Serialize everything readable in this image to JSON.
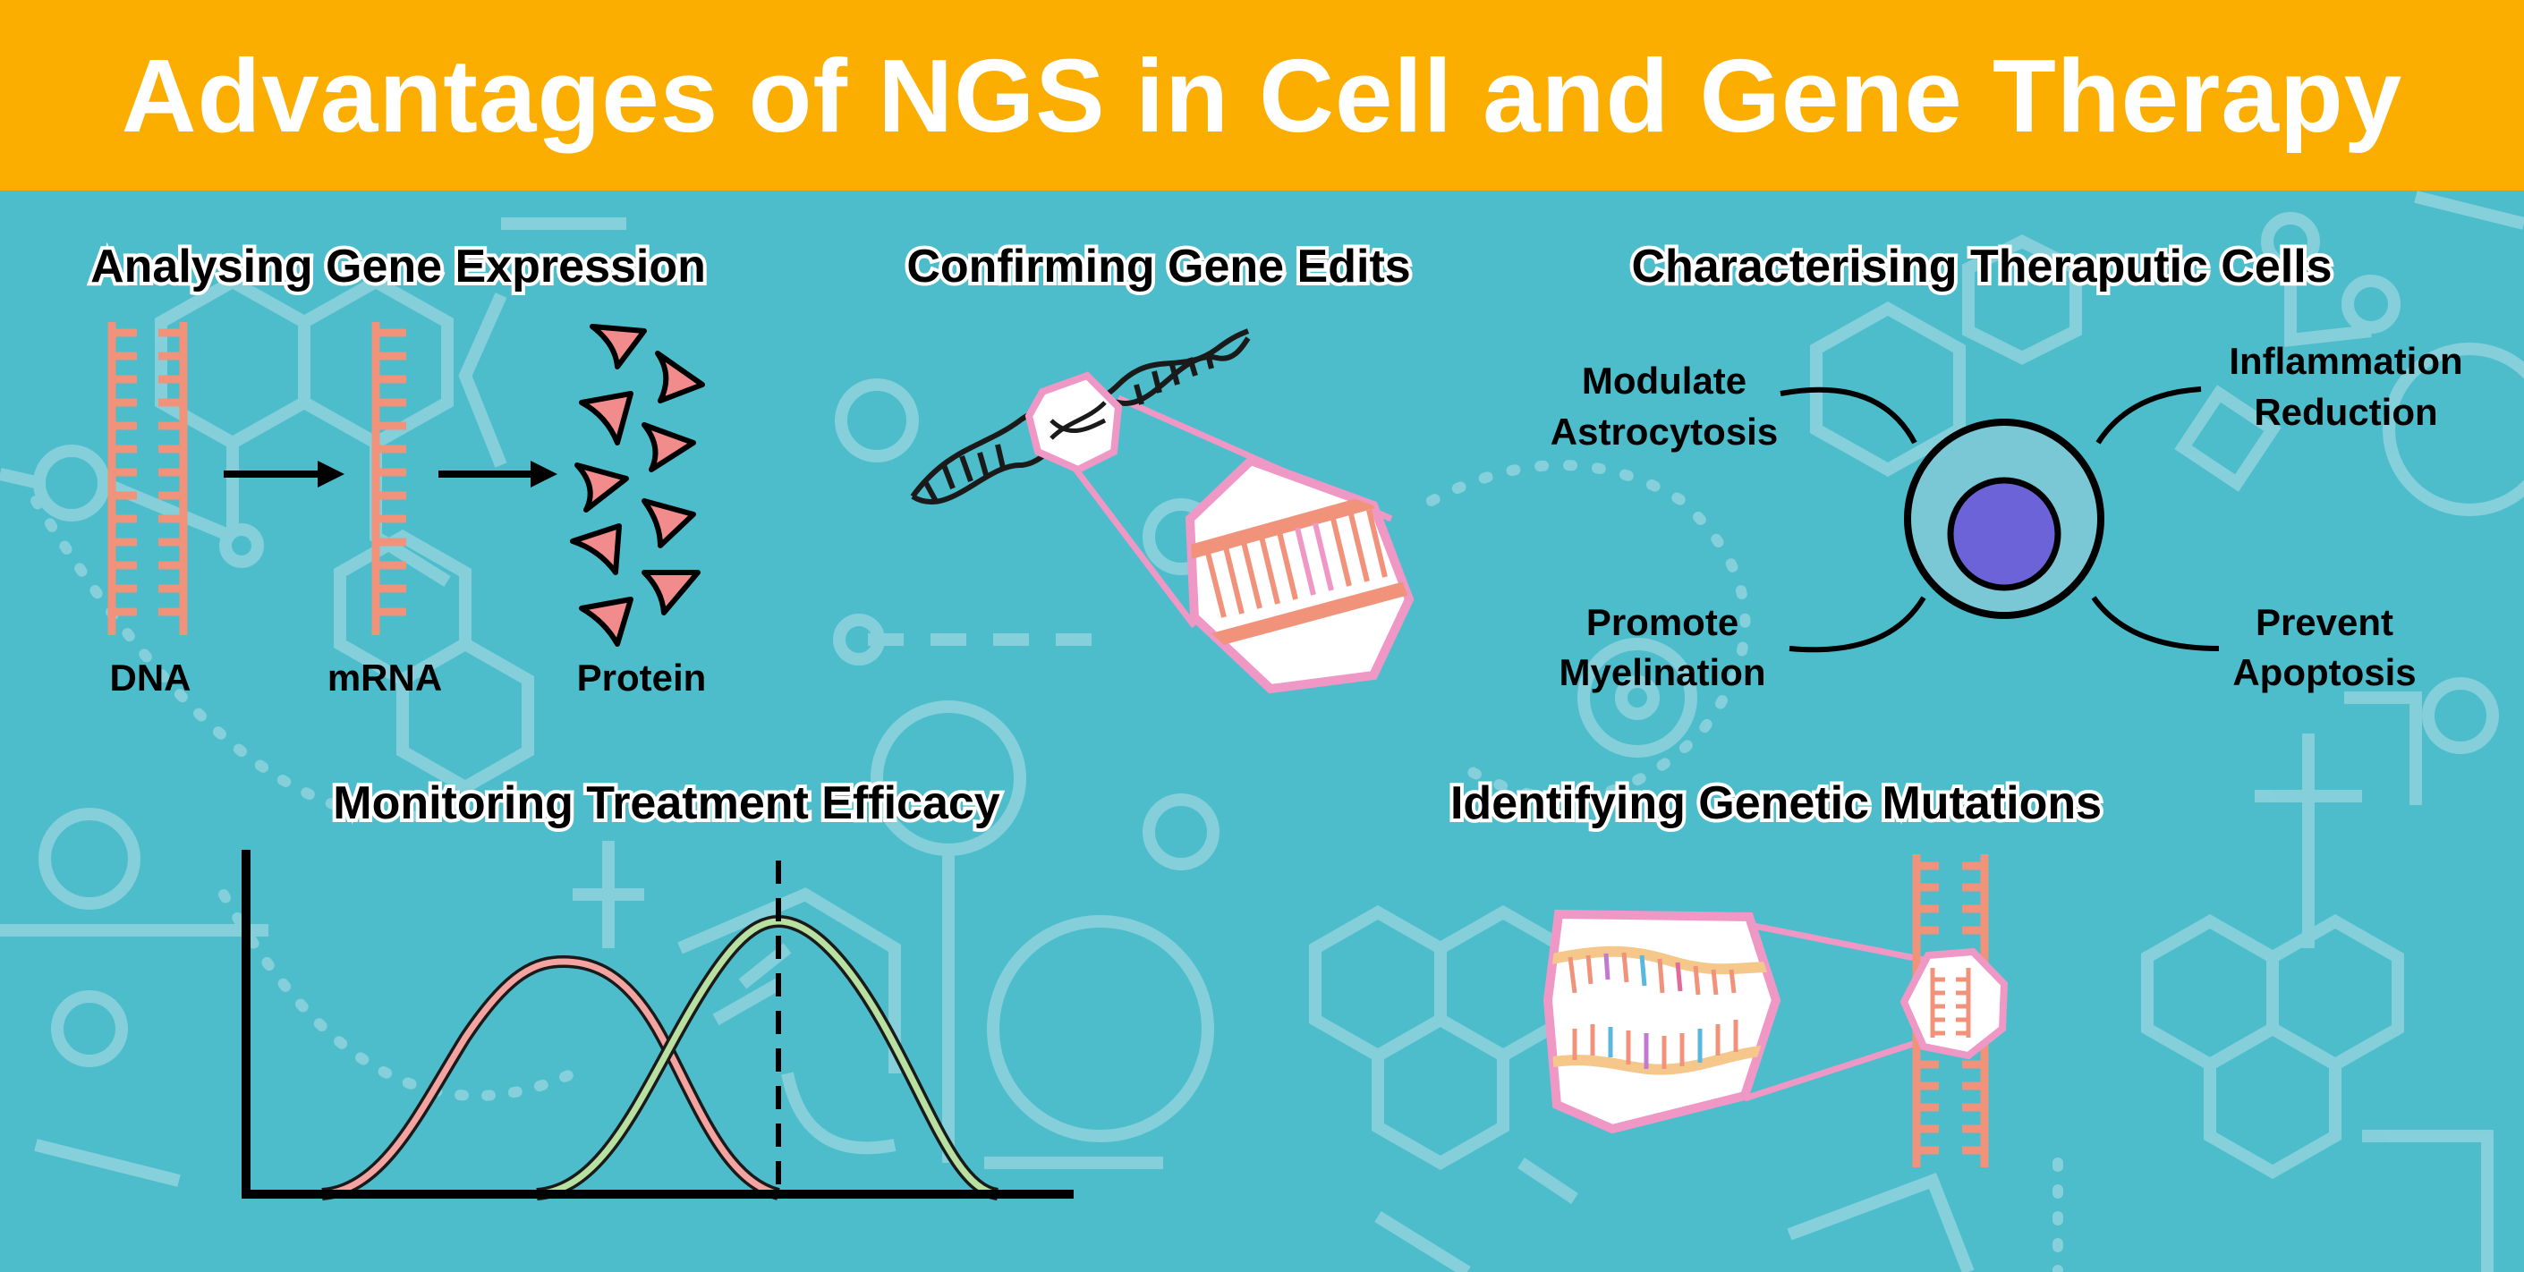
{
  "title": "Advantages of NGS in Cell and Gene Therapy",
  "colors": {
    "banner": "#fbad00",
    "background": "#4dbdcc",
    "background_pattern": "#8fd3dd",
    "strand": "#f0937a",
    "magnify_border": "#ef98c6",
    "protein": "#f28b8b",
    "nucleus": "#6c63d8",
    "cell": "#7ac8d6",
    "curve_a": "#f4a4a0",
    "curve_b": "#b8e0a0"
  },
  "sections": {
    "gene_expression": {
      "heading": "Analysing Gene Expression",
      "labels": {
        "dna": "DNA",
        "mrna": "mRNA",
        "protein": "Protein"
      }
    },
    "gene_edits": {
      "heading": "Confirming Gene Edits"
    },
    "therapeutic_cells": {
      "heading": "Characterising Theraputic Cells",
      "labels": {
        "top_left_1": "Modulate",
        "top_left_2": "Astrocytosis",
        "top_right_1": "Inflammation",
        "top_right_2": "Reduction",
        "bottom_left_1": "Promote",
        "bottom_left_2": "Myelination",
        "bottom_right_1": "Prevent",
        "bottom_right_2": "Apoptosis"
      }
    },
    "treatment_efficacy": {
      "heading": "Monitoring Treatment Efficacy"
    },
    "genetic_mutations": {
      "heading": "Identifying Genetic Mutations"
    }
  },
  "icons": {
    "dna_ladder": "dna-ladder-icon",
    "mrna_strand": "mrna-strand-icon",
    "protein": "protein-icon",
    "helix": "dna-helix-icon",
    "magnifier": "magnifier-icon",
    "cell": "cell-icon",
    "arrow": "arrow-right-icon"
  }
}
